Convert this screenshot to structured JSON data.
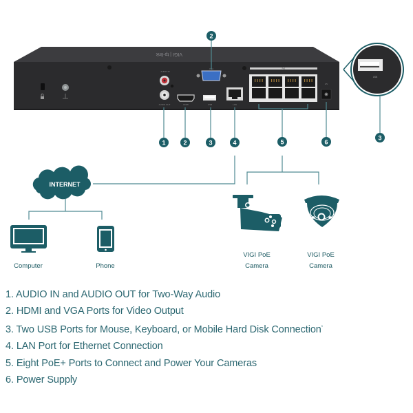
{
  "colors": {
    "teal": "#1c5d66",
    "line": "#4f8a92",
    "text": "#2a6670",
    "device_body": "#2b2b2d",
    "device_top": "#4a4a4d"
  },
  "device": {
    "name": "NVR rear panel",
    "port_labels": {
      "audio_in": "AUDIO IN",
      "audio_out": "AUDIO OUT",
      "hdmi": "HDMI",
      "vga": "VGA",
      "usb": "USB",
      "lan": "LAN",
      "poe": "PoE",
      "power": "12V",
      "zoom_usb": "USB"
    },
    "icons": [
      "lock-icon",
      "ground-icon"
    ]
  },
  "callouts": [
    {
      "number": "1",
      "target": "audio"
    },
    {
      "number": "2",
      "target": "hdmi"
    },
    {
      "number": "3",
      "target": "usb"
    },
    {
      "number": "4",
      "target": "lan"
    },
    {
      "number": "5",
      "target": "poe-ports"
    },
    {
      "number": "6",
      "target": "power"
    },
    {
      "number": "2",
      "target": "vga"
    },
    {
      "number": "3",
      "target": "usb-zoom"
    }
  ],
  "network": {
    "internet_label": "INTERNET",
    "clients": [
      {
        "label": "Computer",
        "icon": "monitor-icon"
      },
      {
        "label": "Phone",
        "icon": "phone-icon"
      }
    ],
    "cameras": [
      {
        "label_line1": "VIGI PoE",
        "label_line2": "Camera",
        "icon": "bullet-camera-icon"
      },
      {
        "label_line1": "VIGI PoE",
        "label_line2": "Camera",
        "icon": "dome-camera-icon"
      }
    ]
  },
  "features": [
    "1. AUDIO IN and AUDIO OUT for Two-Way Audio",
    "2. HDMI and VGA Ports for Video Output",
    "3. Two USB Ports for Mouse, Keyboard, or Mobile Hard Disk Connection",
    "4. LAN Port for Ethernet Connection",
    "5. Eight PoE+ Ports to Connect and Power Your Cameras",
    "6. Power Supply"
  ],
  "feature_footnote_mark": "*"
}
